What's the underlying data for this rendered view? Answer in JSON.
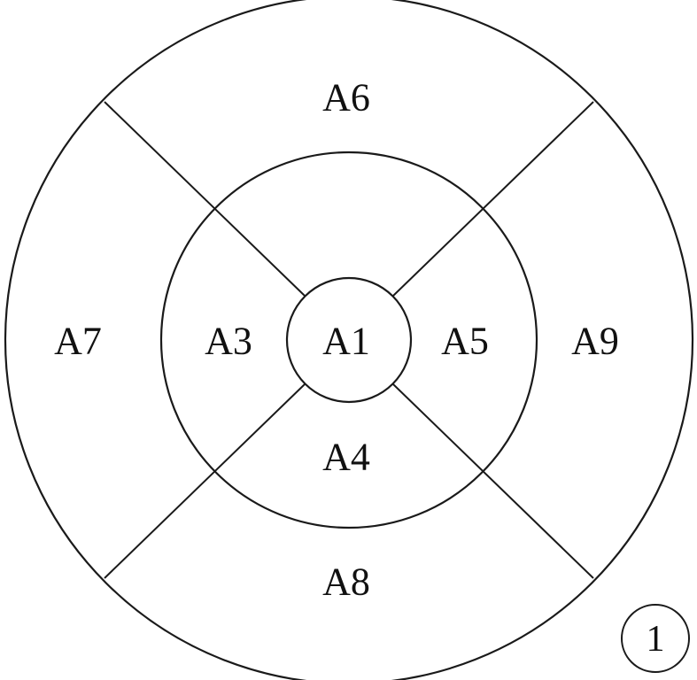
{
  "regions": {
    "center": "A1",
    "inner_left": "A3",
    "inner_bottom": "A4",
    "inner_right": "A5",
    "outer_top": "A6",
    "outer_left": "A7",
    "outer_bottom": "A8",
    "outer_right": "A9"
  },
  "figure_number": "1"
}
